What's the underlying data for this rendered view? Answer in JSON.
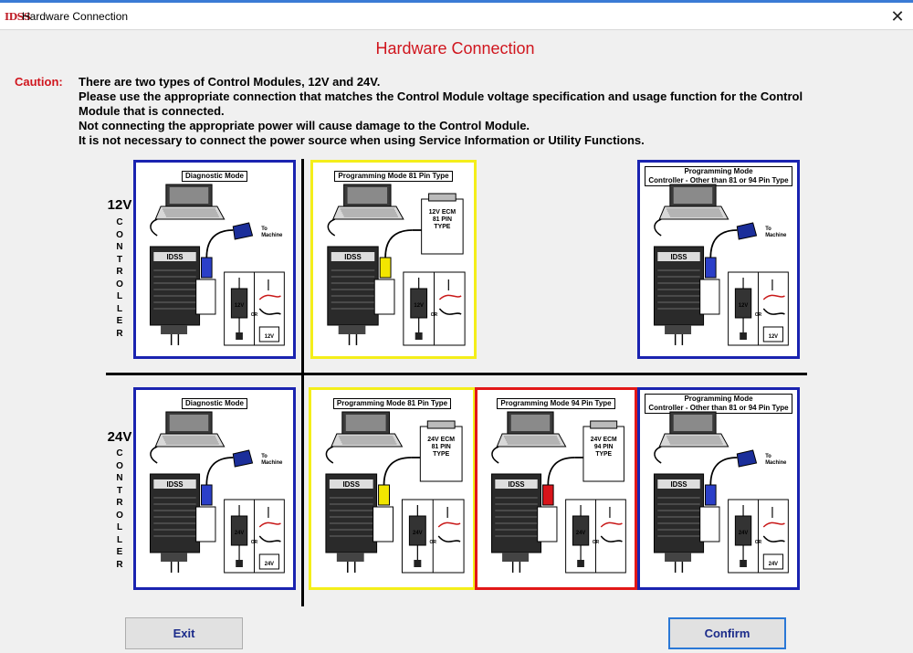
{
  "window": {
    "app_icon_text": "IDSS",
    "title": "Hardware Connection",
    "close_symbol": "✕"
  },
  "page_title": "Hardware Connection",
  "caution": {
    "label": "Caution:",
    "lines": [
      "There are two types of Control Modules, 12V and 24V.",
      "Please use the appropriate connection that matches the Control Module voltage specification and usage function for the Control",
      "Module that is connected.",
      "Not connecting the appropriate power will cause damage to the Control Module.",
      "It is not necessary to connect the power source when using Service Information or Utility Functions."
    ]
  },
  "rows": {
    "top": {
      "voltage": "12V",
      "controller": "CONTROLLER"
    },
    "bottom": {
      "voltage": "24V",
      "controller": "CONTROLLER"
    }
  },
  "panels": {
    "diag_12v": {
      "label": "Diagnostic Mode",
      "machine_label": "To\nMachine",
      "battery": "12V",
      "psu": "12V",
      "or": "OR",
      "idss": "IDSS"
    },
    "prog81_12v": {
      "label": "Programming Mode  81 Pin Type",
      "ecm": "12V ECM\n81 PIN\nTYPE",
      "psu": "12V",
      "or": "OR",
      "idss": "IDSS"
    },
    "other_12v": {
      "label": "Programming Mode\nController - Other than 81 or 94 Pin Type",
      "machine_label": "To\nMachine",
      "battery": "12V",
      "psu": "12V",
      "or": "OR",
      "idss": "IDSS"
    },
    "diag_24v": {
      "label": "Diagnostic Mode",
      "machine_label": "To\nMachine",
      "battery": "24V",
      "psu": "24V",
      "or": "OR",
      "idss": "IDSS"
    },
    "prog81_24v": {
      "label": "Programming Mode  81 Pin Type",
      "ecm": "24V ECM\n81 PIN\nTYPE",
      "psu": "24V",
      "or": "OR",
      "idss": "IDSS"
    },
    "prog94_24v": {
      "label": "Programming Mode  94 Pin Type",
      "ecm": "24V ECM\n94 PIN\nTYPE",
      "psu": "24V",
      "or": "OR",
      "idss": "IDSS"
    },
    "other_24v": {
      "label": "Programming Mode\nController - Other than 81 or 94 Pin Type",
      "machine_label": "To\nMachine",
      "battery": "24V",
      "psu": "24V",
      "or": "OR",
      "idss": "IDSS"
    }
  },
  "buttons": {
    "exit": "Exit",
    "confirm": "Confirm"
  },
  "colors": {
    "accent_red": "#d0161e",
    "panel_blue": "#1a23b0",
    "panel_yellow": "#f4ee1a",
    "panel_red": "#e21818",
    "connector_blue": "#2b3fc8",
    "connector_yellow": "#f2e600",
    "connector_red": "#d8141a",
    "confirm_focus": "#2a78d6"
  }
}
